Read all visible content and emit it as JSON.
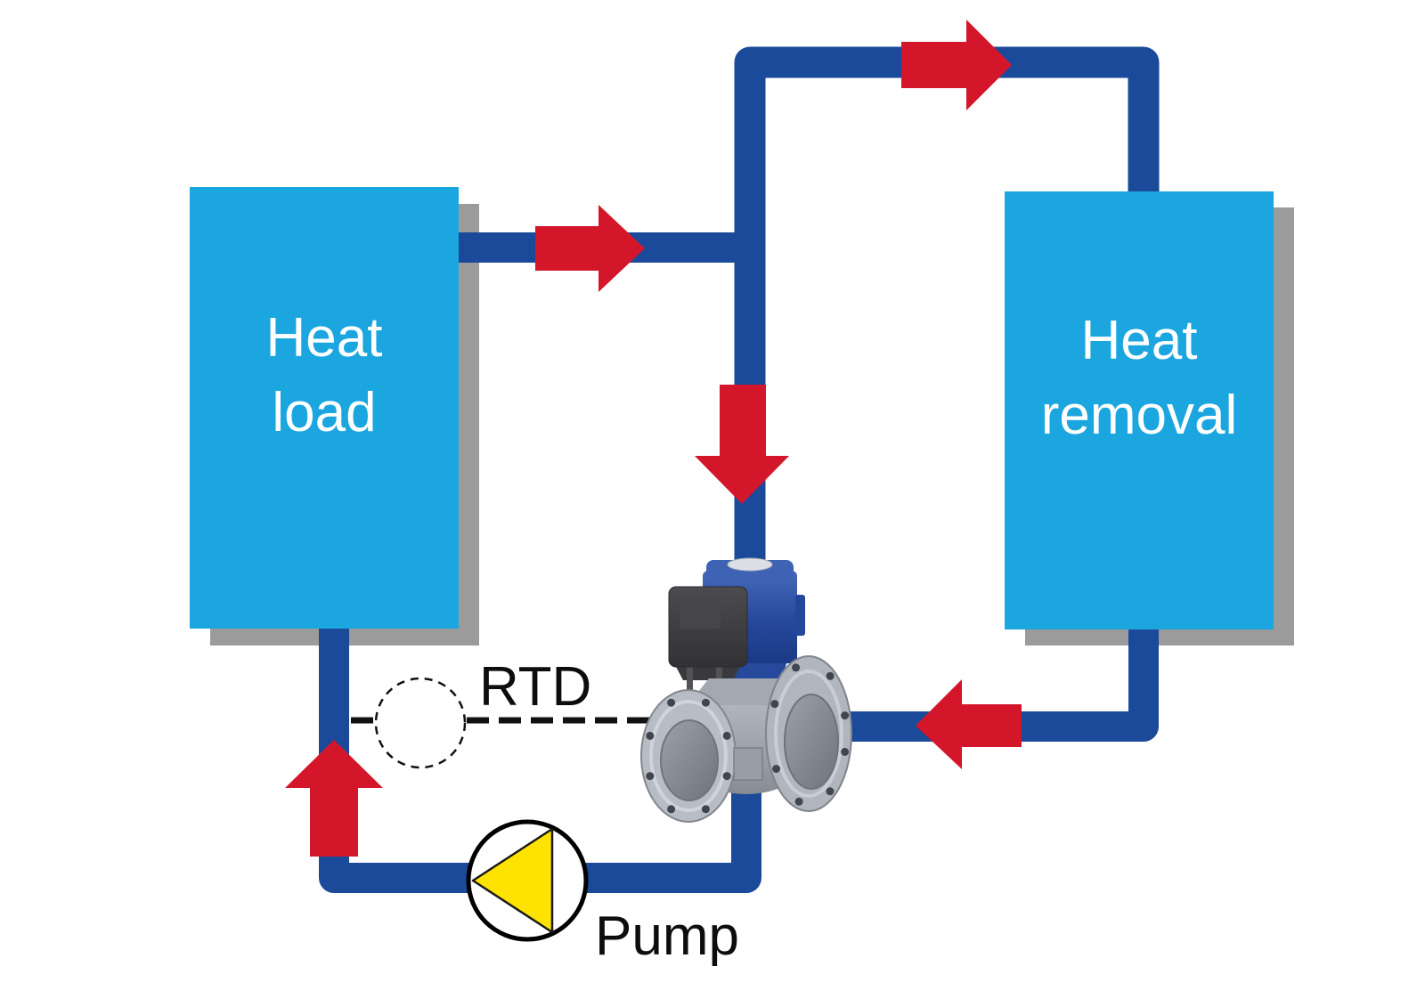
{
  "boxes": {
    "heat_load": {
      "label": "Heat load",
      "fill": "#1BA6E0",
      "text_color": "#FFFFFF"
    },
    "heat_removal": {
      "label": "Heat removal",
      "fill": "#1BA6E0",
      "text_color": "#FFFFFF"
    }
  },
  "labels": {
    "rtd": "RTD",
    "pump": "Pump"
  },
  "colors": {
    "background": "#FFFFFF",
    "pipe": "#1A4A99",
    "arrow": "#D4162B",
    "shadow": "#9B9B9B",
    "pump_triangle": "#FFE300",
    "label_text": "#0D0D0D",
    "valve_actuator": "#2B52A6",
    "valve_body": "#AEB2BB",
    "valve_positioner": "#3A3A3E"
  },
  "symbols": {
    "valve": "three-way-control-valve",
    "pump": "pump-circle-triangle",
    "rtd": "rtd-sensor-circle"
  },
  "flow_arrows": [
    {
      "id": "arrow-supply-right",
      "direction": "right"
    },
    {
      "id": "arrow-top-right",
      "direction": "right"
    },
    {
      "id": "arrow-valve-down",
      "direction": "down"
    },
    {
      "id": "arrow-return-left",
      "direction": "left"
    },
    {
      "id": "arrow-up-heat-load",
      "direction": "up"
    }
  ]
}
